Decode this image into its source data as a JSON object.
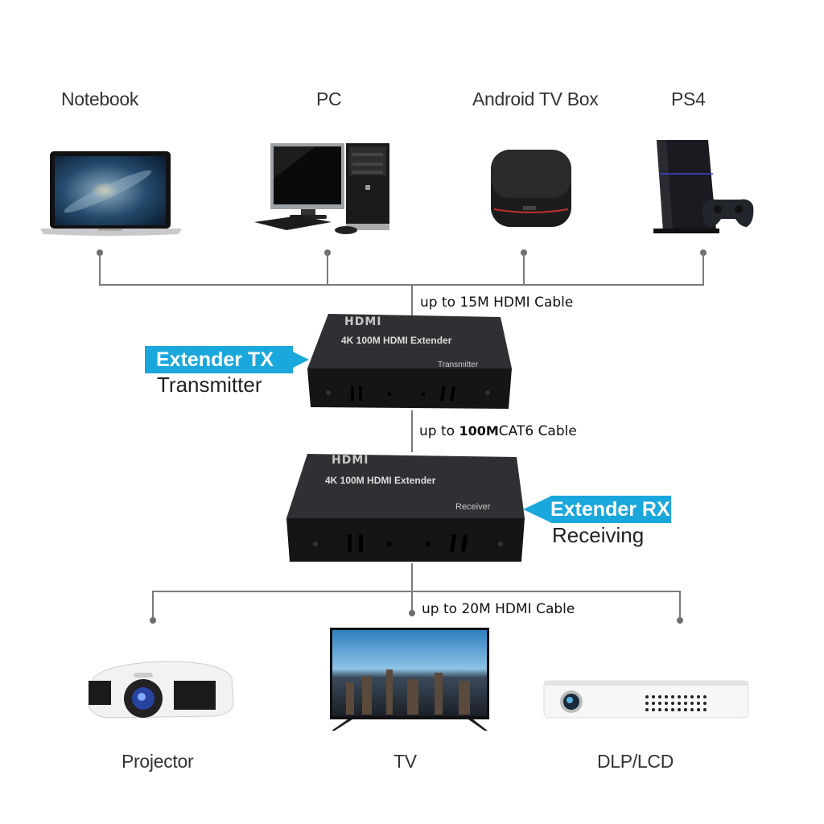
{
  "sources": {
    "notebook": "Notebook",
    "pc": "PC",
    "android_tv_box": "Android TV Box",
    "ps4": "PS4"
  },
  "cables": {
    "input": "up to 15M HDMI Cable",
    "link_prefix": "up to ",
    "link_length": "100M",
    "link_suffix": "CAT6 Cable",
    "output": "up to 20M HDMI Cable"
  },
  "transmitter": {
    "tag": "Extender TX",
    "subtitle": "Transmitter",
    "logo": "HDMI",
    "model": "4K 100M HDMI Extender",
    "unit_label": "Transmitter"
  },
  "receiver": {
    "tag": "Extender RX",
    "subtitle": "Receiving",
    "logo": "HDMI",
    "model": "4K 100M HDMI Extender",
    "unit_label": "Receiver"
  },
  "displays": {
    "projector": "Projector",
    "tv": "TV",
    "dlp_lcd": "DLP/LCD"
  },
  "colors": {
    "accent": "#1aa7dc",
    "connector": "#7a7a7a",
    "device_body": "#2a2a2c"
  }
}
